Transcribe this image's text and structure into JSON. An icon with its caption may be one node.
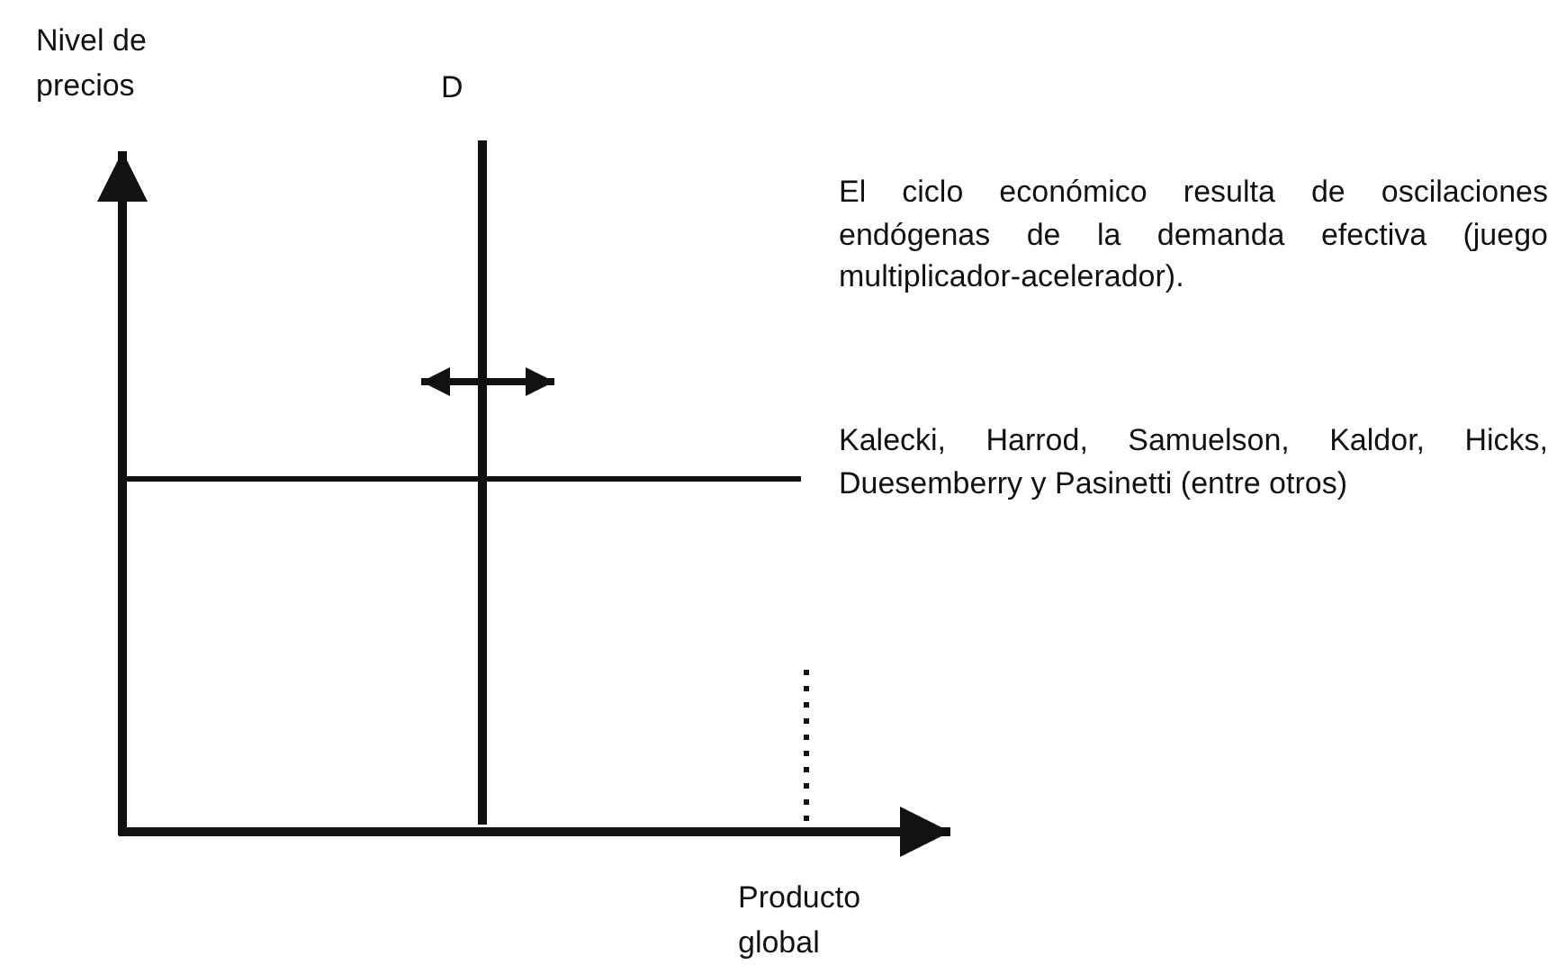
{
  "diagram": {
    "labels": [
      "Nivel de precios",
      "D",
      "Producto global",
      "El ciclo económico resulta de oscilaciones endógenas de la demanda efectiva (juego multiplicador-acelerador).",
      "Kalecki, Harrod, Samuelson, Kaldor, Hicks, Duesemberry y Pasinetti (entre otros)"
    ]
  }
}
